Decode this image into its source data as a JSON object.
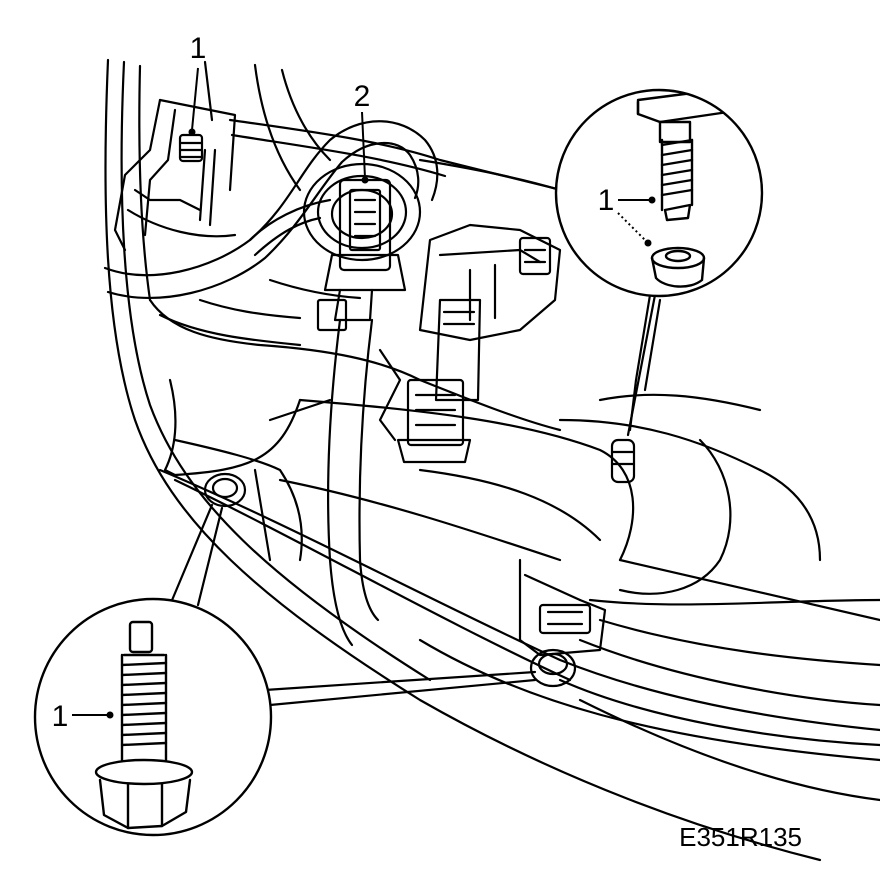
{
  "diagram": {
    "reference_code": "E351R135",
    "callouts": [
      {
        "id": "top-bolt",
        "label": "1"
      },
      {
        "id": "connector",
        "label": "2"
      },
      {
        "id": "inset-stud",
        "label": "1"
      },
      {
        "id": "inset-flange-bolt",
        "label": "1"
      }
    ]
  },
  "colors": {
    "line": "#000000",
    "background": "#ffffff"
  }
}
